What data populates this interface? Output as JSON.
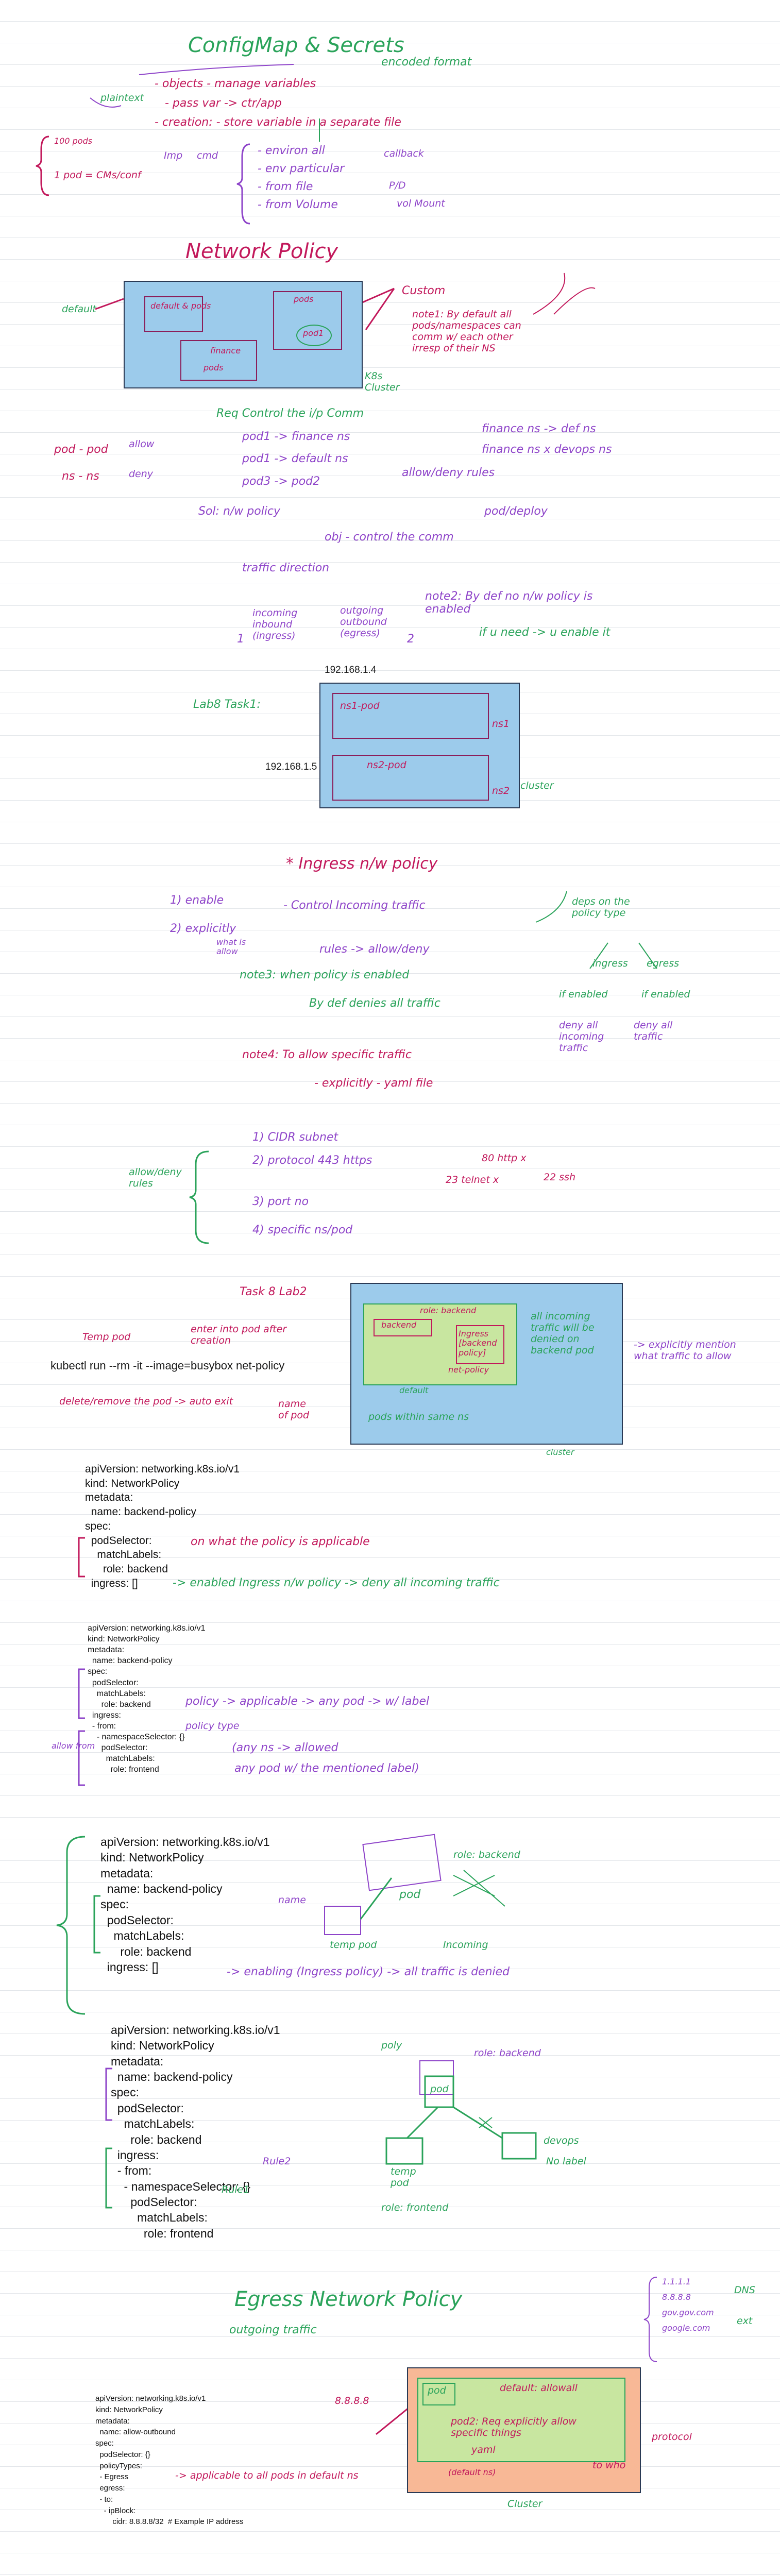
{
  "page": {
    "section_configmap": {
      "title": "ConfigMap & Secrets",
      "encoded": "encoded format",
      "plaintext": "plaintext",
      "objects": "- objects - manage variables",
      "pass": "- pass var -> ctr/app",
      "creation": "- creation: - store variable in a separate file",
      "imp": "Imp",
      "cmd": "cmd",
      "env_all": "- environ all",
      "env_particular": "- env particular",
      "from_file": "- from file",
      "from_volume": "- from Volume",
      "callback": "callback",
      "pd": "P/D",
      "volmount": "vol Mount",
      "hundred_pods": "100 pods",
      "pod_cms": "1 pod = CMs/conf"
    },
    "section_netpol": {
      "title": "Network Policy",
      "custom": "Custom",
      "default_label": "default",
      "pods_label": "pods",
      "default_pods": "default & pods",
      "finance": "finance",
      "pods_fin": "pods",
      "pod1": "pod1",
      "k8s_cluster": "K8s Cluster",
      "note1": "note1: By default all pods/namespaces can comm w/ each other irresp of their NS",
      "req": "Req Control the i/p Comm",
      "pod_pod": "pod - pod",
      "ns_ns": "ns - ns",
      "allow": "allow",
      "deny": "deny",
      "pod1_fin": "pod1 -> finance ns",
      "pod1_def": "pod1 -> default ns",
      "pod3_pod2": "pod3 -> pod2",
      "fin_def": "finance ns -> def ns",
      "fin_dev": "finance ns x devops ns",
      "allow_deny": "allow/deny rules",
      "sol": "Sol: n/w policy",
      "obj": "obj - control the comm",
      "pod_deploy": "pod/deploy",
      "traffic": "traffic direction",
      "incoming": "incoming inbound (ingress)",
      "outgoing": "outgoing outbound (egress)",
      "n1": "1",
      "n2": "2",
      "note2": "note2: By def no n/w policy is enabled",
      "note2b": "if u need -> u enable it"
    },
    "section_lab8": {
      "ip_top": "192.168.1.4",
      "ip_left": "192.168.1.5",
      "lab": "Lab8 Task1:",
      "ns1pod": "ns1-pod",
      "ns2pod": "ns2-pod",
      "ns1": "ns1",
      "ns2": "ns2",
      "cluster": "cluster"
    },
    "section_ingress": {
      "title": "* Ingress n/w policy",
      "enable": "1) enable",
      "explicitly": "2) explicitly",
      "what_allow": "what is allow",
      "control": "- Control Incoming traffic",
      "rules": "rules -> allow/deny",
      "note3": "note3: when policy is enabled",
      "bydef": "By def denies all traffic",
      "depends": "deps on the policy type",
      "ingress": "ingress",
      "egress": "egress",
      "if_enabled": "if enabled",
      "if_enabled2": "if enabled",
      "deny_all_in": "deny all incoming traffic",
      "deny_all_out": "deny all traffic",
      "note4": "note4: To allow specific traffic",
      "explicit_yaml": "- explicitly - yaml file",
      "allow_deny_rules": "allow/deny rules",
      "r1": "1) CIDR subnet",
      "r2": "2) protocol 443 https",
      "r2b": "80 http x",
      "r2c": "23 telnet x",
      "r2d": "22 ssh",
      "r3": "3) port no",
      "r4": "4) specific ns/pod"
    },
    "section_lab2": {
      "title": "Task 8 Lab2",
      "temp_pod": "Temp pod",
      "enter": "enter into pod after creation",
      "command": "kubectl run --rm -it --image=busybox net-policy",
      "delete": "delete/remove the pod -> auto exit",
      "name_pod": "name of pod",
      "role_backend": "role: backend",
      "backend": "backend",
      "ingress_backend": "Ingress [backend policy]",
      "default": "default",
      "net_policy": "net-policy",
      "all_incoming": "all incoming traffic will be denied on backend pod",
      "explicitly_mention": "-> explicitly mention what traffic to allow",
      "pods_same_ns": "pods within same ns",
      "cluster": "cluster"
    },
    "yaml1": {
      "lines": [
        "apiVersion: networking.k8s.io/v1",
        "kind: NetworkPolicy",
        "metadata:",
        "  name: backend-policy",
        "spec:",
        "  podSelector:",
        "    matchLabels:",
        "      role: backend",
        "  ingress: []"
      ],
      "ann1": "on what the policy is applicable",
      "ann2": "-> enabled Ingress n/w policy -> deny all incoming traffic"
    },
    "yaml2": {
      "lines": [
        "apiVersion: networking.k8s.io/v1",
        "kind: NetworkPolicy",
        "metadata:",
        "  name: backend-policy",
        "spec:",
        "  podSelector:",
        "    matchLabels:",
        "      role: backend",
        "  ingress:",
        "  - from:",
        "    - namespaceSelector: {}",
        "      podSelector:",
        "        matchLabels:",
        "          role: frontend"
      ],
      "ann1": "policy -> applicable -> any pod -> w/ label",
      "ann2": "policy type",
      "ann3": "(any ns -> allowed",
      "ann4": "any pod w/ the mentioned label)",
      "allow_from": "allow from"
    },
    "yaml3": {
      "lines": [
        "apiVersion: networking.k8s.io/v1",
        "kind: NetworkPolicy",
        "metadata:",
        "  name: backend-policy",
        "spec:",
        "  podSelector:",
        "    matchLabels:",
        "      role: backend",
        "  ingress: []"
      ],
      "name": "name",
      "pod": "pod",
      "role_backend": "role: backend",
      "temp_pod": "temp pod",
      "incoming": "Incoming",
      "ann": "-> enabling (Ingress policy) -> all traffic is denied"
    },
    "yaml4": {
      "lines": [
        "apiVersion: networking.k8s.io/v1",
        "kind: NetworkPolicy",
        "metadata:",
        "  name: backend-policy",
        "spec:",
        "  podSelector:",
        "    matchLabels:",
        "      role: backend",
        "  ingress:",
        "  - from:",
        "    - namespaceSelector: {}",
        "      podSelector:",
        "        matchLabels:",
        "          role: frontend"
      ],
      "poly": "poly",
      "role_backend": "role: backend",
      "pod": "pod",
      "temp_pod": "temp pod",
      "role_frontend": "role: frontend",
      "devops": "devops",
      "no_label": "No label",
      "rule2": "Rule2",
      "rule1": "Rule1"
    },
    "section_egress": {
      "title": "Egress Network Policy",
      "outgoing": "outgoing traffic",
      "ips": "1.1.1.1",
      "ips2": "8.8.8.8",
      "gov": "gov.gov.com",
      "google": "google.com",
      "dns": "DNS",
      "ext": "ext",
      "ip888": "8.8.8.8",
      "pod": "pod",
      "default_allow": "default: allowall",
      "pod2": "pod2: Req explicitly allow specific things",
      "yaml": "yaml",
      "default_ns": "(default ns)",
      "to_who": "to who",
      "protocol": "protocol",
      "cluster": "Cluster",
      "applicable": "-> applicable to all pods in default ns",
      "lines": [
        "apiVersion: networking.k8s.io/v1",
        "kind: NetworkPolicy",
        "metadata:",
        "  name: allow-outbound",
        "spec:",
        "  podSelector: {}",
        "  policyTypes:",
        "  - Egress",
        "  egress:",
        "  - to:",
        "    - ipBlock:",
        "        cidr: 8.8.8.8/32  # Example IP address"
      ]
    }
  }
}
